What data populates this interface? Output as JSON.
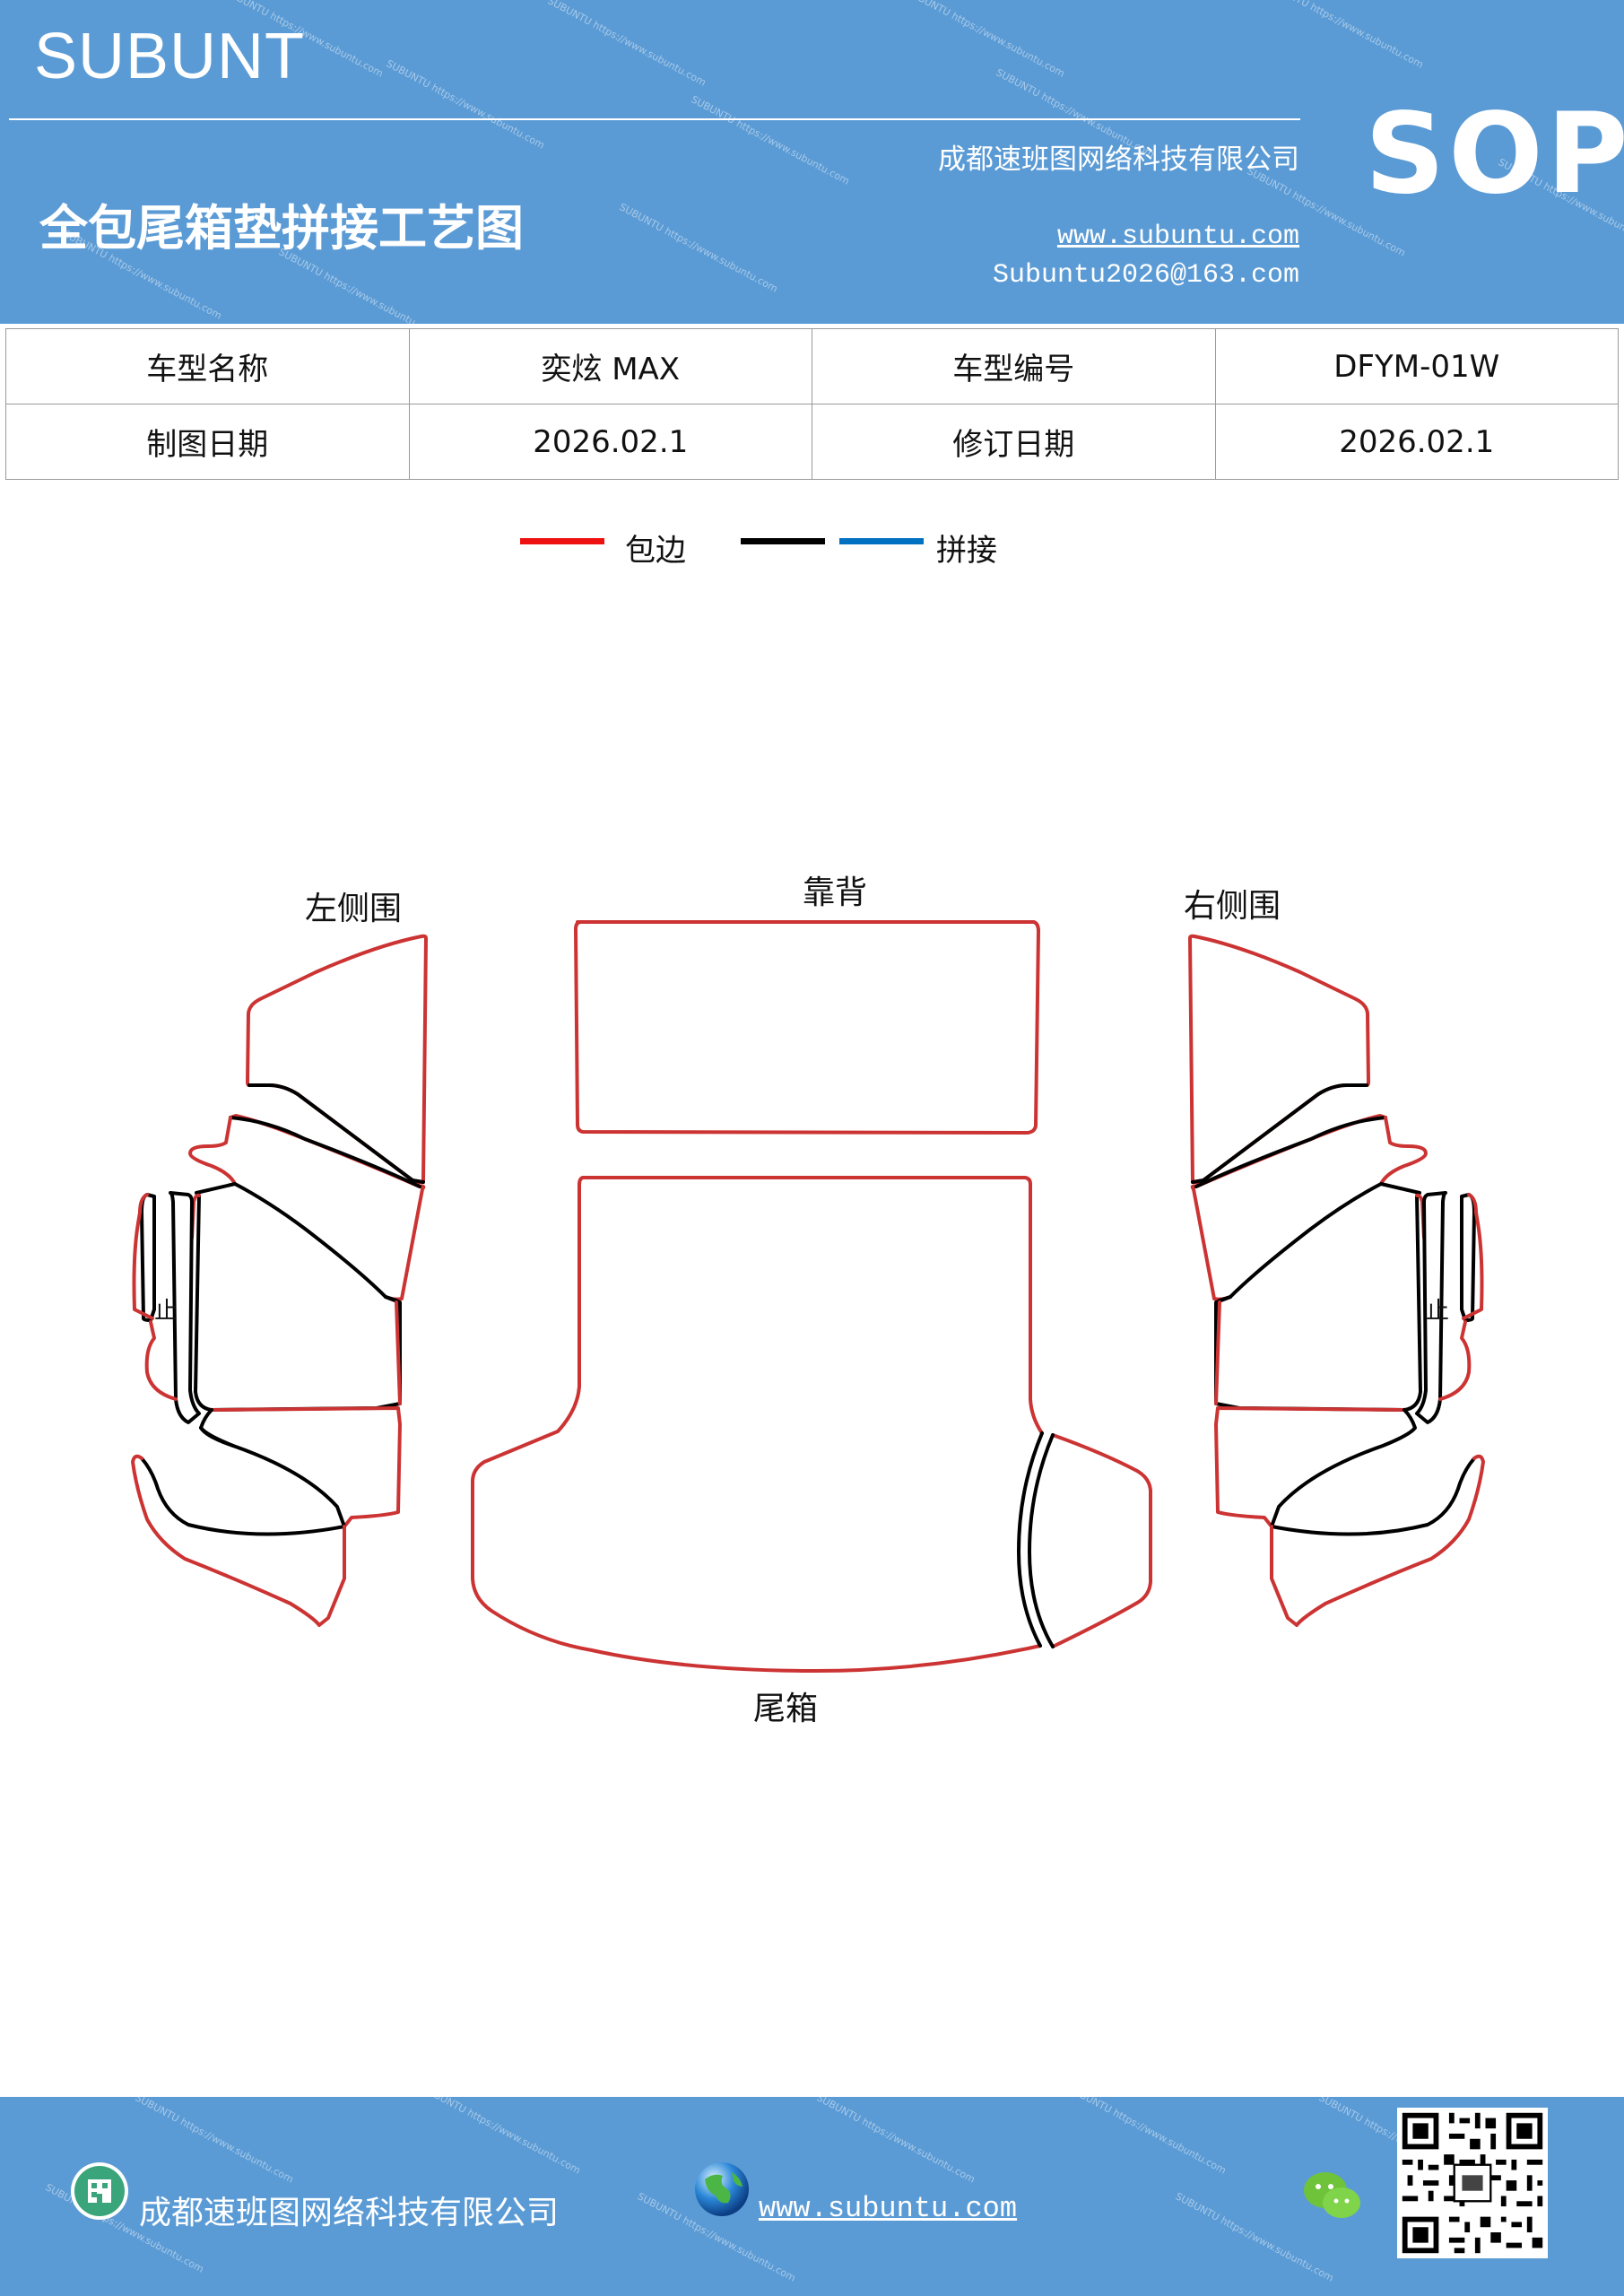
{
  "header": {
    "brand": "SUBUNT",
    "doc_title": "全包尾箱垫拼接工艺图",
    "company": "成都速班图网络科技有限公司",
    "website": "www.subuntu.com",
    "email": "Subuntu2026@163.com",
    "badge": "SOP",
    "color": "#5b9bd5"
  },
  "info_table": {
    "rows": [
      [
        "车型名称",
        "奕炫 MAX",
        "车型编号",
        "DFYM-01W"
      ],
      [
        "制图日期",
        "2026.02.1",
        "修订日期",
        "2026.02.1"
      ]
    ]
  },
  "legend": {
    "items": [
      {
        "label": "包边",
        "colors": [
          "#ee1111"
        ]
      },
      {
        "label": "拼接",
        "colors": [
          "#000000",
          "#0070c0"
        ]
      }
    ]
  },
  "diagram": {
    "labels": {
      "left_side": "左侧围",
      "right_side": "右侧围",
      "backrest": "靠背",
      "trunk": "尾箱",
      "left_mark": "止",
      "right_mark": "止"
    },
    "edge_color": "#cc3333",
    "seam_color": "#000000"
  },
  "footer": {
    "company": "成都速班图网络科技有限公司",
    "website": "www.subuntu.com",
    "icons": [
      "building-icon",
      "globe-icon",
      "wechat-icon",
      "qr-code"
    ]
  }
}
